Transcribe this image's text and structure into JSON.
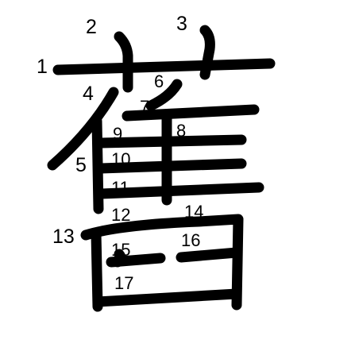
{
  "diagram": {
    "character": "舊",
    "stroke_numbers": [
      "1",
      "2",
      "3",
      "4",
      "5",
      "6",
      "7",
      "8",
      "9",
      "10",
      "11",
      "12",
      "13",
      "14",
      "15",
      "16",
      "17"
    ]
  }
}
